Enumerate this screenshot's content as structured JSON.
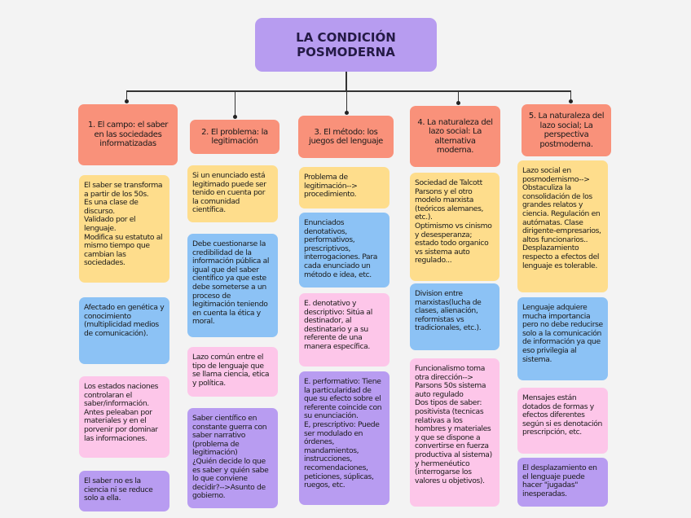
{
  "root": {
    "title": "LA CONDICIÓN\nPOSMODERNA"
  },
  "colors": {
    "background": "#f3f3f3",
    "root": "#b79cf0",
    "header": "#f9917a",
    "yellow": "#fedd8c",
    "blue": "#8cc2f5",
    "pink": "#fdc6e9",
    "purple": "#b89cf1"
  },
  "columns": [
    {
      "header": "1. El campo: el saber en las sociedades informatizadas",
      "notes": [
        {
          "color": "yellow",
          "text": "El saber se transforma a partir de los 50s.\nEs una clase de discurso.\nValidado por el lenguaje.\nModifica su estatuto al mismo tiempo que cambian las sociedades."
        },
        {
          "color": "blue",
          "text": "Afectado en genética y conocimiento (multiplicidad medios de comunicación)."
        },
        {
          "color": "pink",
          "text": "Los estados naciones controlaran el saber/información. Antes peleaban por materiales y en el porvenir por dominar las informaciones."
        },
        {
          "color": "purple",
          "text": "El saber no es la ciencia ni se reduce solo a ella."
        }
      ]
    },
    {
      "header": "2. El problema: la legitimación",
      "notes": [
        {
          "color": "yellow",
          "text": "Si un enunciado está legitimado puede ser tenido en cuenta por la comunidad científica."
        },
        {
          "color": "blue",
          "text": "Debe cuestionarse la credibilidad de la información pública al igual que del saber científico ya que este debe someterse a un proceso de legitimación teniendo en cuenta la ética y moral."
        },
        {
          "color": "pink",
          "text": "Lazo común entre el tipo de lenguaje que se llama ciencia, etica y política."
        },
        {
          "color": "purple",
          "text": "Saber científico en constante guerra con saber narrativo (problema de legitimación)\n¿Quién decide lo que es saber y quién sabe lo que conviene decidir?-->Asunto de gobierno."
        }
      ]
    },
    {
      "header": "3. El método: los juegos del lenguaje",
      "notes": [
        {
          "color": "yellow",
          "text": "Problema de legitimación--> procedimiento."
        },
        {
          "color": "blue",
          "text": "Enunciados denotativos, performativos, prescriptivos, interrogaciones. Para cada enunciado un método e idea, etc."
        },
        {
          "color": "pink",
          "text": "E. denotativo y descriptivo: Sitúa al destinador, al destinatario y a su referente de una manera específica."
        },
        {
          "color": "purple",
          "text": "E. performativo: Tiene la particularidad de que su efecto sobre el referente coincide con su enunciación.\nE, prescriptivo: Puede ser modulado en órdenes, mandamientos, instrucciones, recomendaciones, peticiones, súplicas, ruegos, etc."
        }
      ]
    },
    {
      "header": "4. La naturaleza del\nlazo social: La alternativa moderna.",
      "notes": [
        {
          "color": "yellow",
          "text": "Sociedad de Talcott Parsons y el otro modelo marxista (teóricos alemanes, etc.).\nOptimismo vs cinismo y desesperanza; estado todo organico vs sistema auto regulado..."
        },
        {
          "color": "blue",
          "text": "Division entre marxistas(lucha de clases, alienación, reformistas vs tradicionales, etc.)."
        },
        {
          "color": "pink",
          "text": "Funcionalismo toma otra dirección--> Parsons 50s sistema auto regulado\nDos tipos de saber: positivista (tecnicas relativas a los hombres y materiales y que se dispone a convertirse en fuerza productiva al sistema) y hermenéutico (interrogarse los valores u objetivos)."
        }
      ]
    },
    {
      "header": "5. La naturaleza del lazo social; La perspectiva postmoderna.",
      "notes": [
        {
          "color": "yellow",
          "text": "Lazo social en posmodernismo--> Obstaculiza la consolidación de los grandes relatos y ciencia. Regulación en autómatas. Clase dirigente-empresarios, altos funcionarios..\nDesplazamiento respecto a efectos del lenguaje es tolerable."
        },
        {
          "color": "blue",
          "text": "Lenguaje adquiere mucha importancia pero no debe reducirse solo a la comunicación de información ya que eso privilegia al sistema."
        },
        {
          "color": "pink",
          "text": "Mensajes están dotados de formas y efectos diferentes según si es denotación prescripción, etc."
        },
        {
          "color": "purple",
          "text": "El desplazamiento en el lenguaje puede hacer \"jugadas\" inesperadas."
        }
      ]
    }
  ]
}
